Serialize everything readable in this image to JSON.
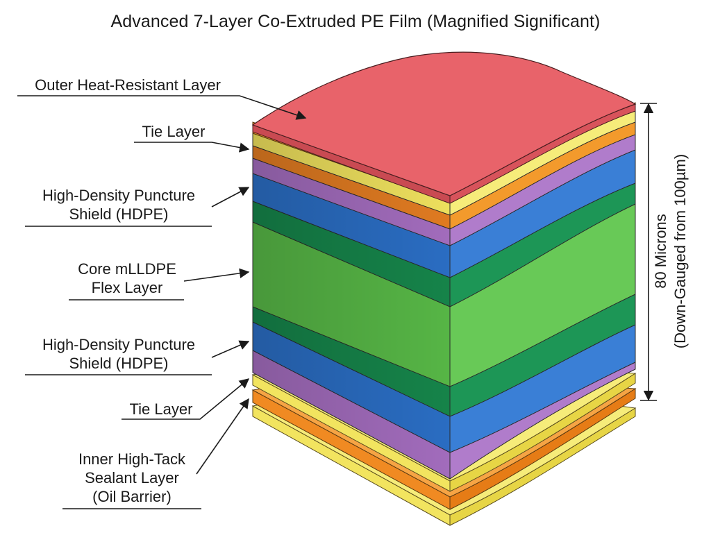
{
  "title": "Advanced 7-Layer Co-Extruded PE Film (Magnified Significant)",
  "labels": {
    "outer": "Outer Heat-Resistant Layer",
    "tie_top": "Tie Layer",
    "hdpe_top_line1": "High-Density Puncture",
    "hdpe_top_line2": "Shield (HDPE)",
    "core_line1": "Core mLLDPE",
    "core_line2": "Flex Layer",
    "hdpe_bottom_line1": "High-Density Puncture",
    "hdpe_bottom_line2": "Shield (HDPE)",
    "tie_bottom": "Tie Layer",
    "inner_line1": "Inner High-Tack",
    "inner_line2": "Sealant Layer",
    "inner_line3": "(Oil Barrier)"
  },
  "dimension": {
    "line1": "80 Microns",
    "line2": "(Down-Gauged from 100µm)"
  },
  "colors": {
    "red": "#e8636a",
    "orange": "#f39a2c",
    "yellow": "#f2e45f",
    "purple": "#a56ec0",
    "blue": "#2b6fc6",
    "dark_green": "#16864b",
    "green": "#58b947"
  }
}
